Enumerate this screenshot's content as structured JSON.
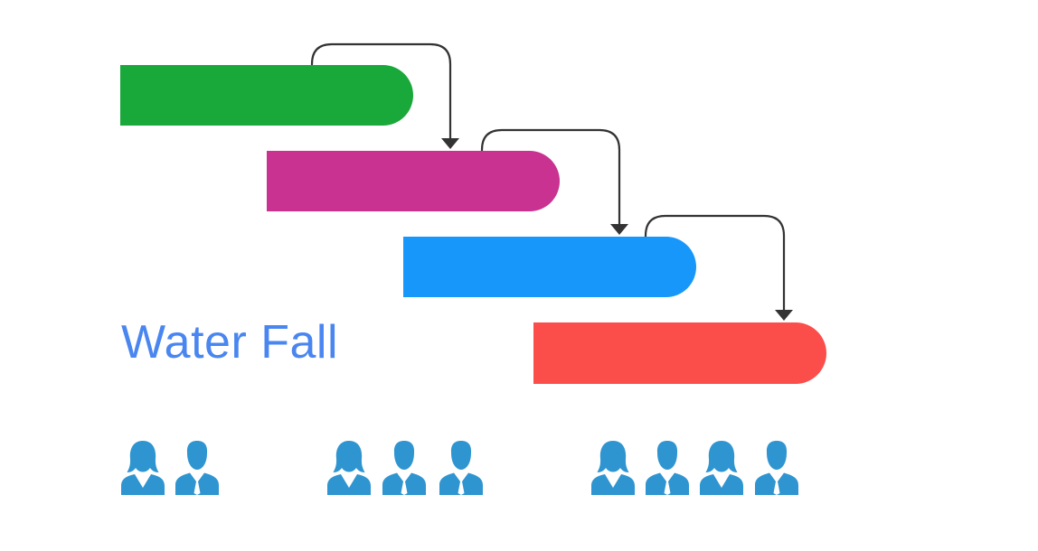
{
  "title": "Water Fall",
  "colors": {
    "title": "#4a86f0",
    "connector": "#333333",
    "people": "#2f95d0"
  },
  "phases": [
    {
      "color": "#19a83a"
    },
    {
      "color": "#c93290"
    },
    {
      "color": "#1897fb"
    },
    {
      "color": "#fb4d4a"
    }
  ],
  "people_groups": [
    {
      "members": [
        "female",
        "male"
      ]
    },
    {
      "members": [
        "female",
        "male",
        "male"
      ]
    },
    {
      "members": [
        "female",
        "male",
        "female",
        "male"
      ]
    }
  ]
}
